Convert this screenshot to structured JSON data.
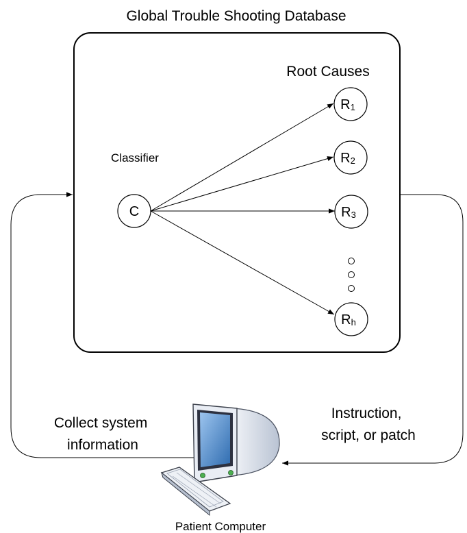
{
  "title": "Global Trouble Shooting Database",
  "root_causes_label": "Root Causes",
  "classifier_label": "Classifier",
  "classifier_node": "C",
  "root_nodes": [
    {
      "base": "R",
      "sub": "1"
    },
    {
      "base": "R",
      "sub": "2"
    },
    {
      "base": "R",
      "sub": "3"
    },
    {
      "base": "R",
      "sub": "h"
    }
  ],
  "left_label": {
    "line1": "Collect system",
    "line2": "information"
  },
  "right_label": {
    "line1": "Instruction,",
    "line2": "script, or patch"
  },
  "computer_label": "Patient Computer",
  "colors": {
    "stroke": "#000000",
    "monitor_body": "#dce3ee",
    "monitor_bezel": "#3a3f4a",
    "screen": "#4a86c8",
    "led": "#4caf50"
  }
}
